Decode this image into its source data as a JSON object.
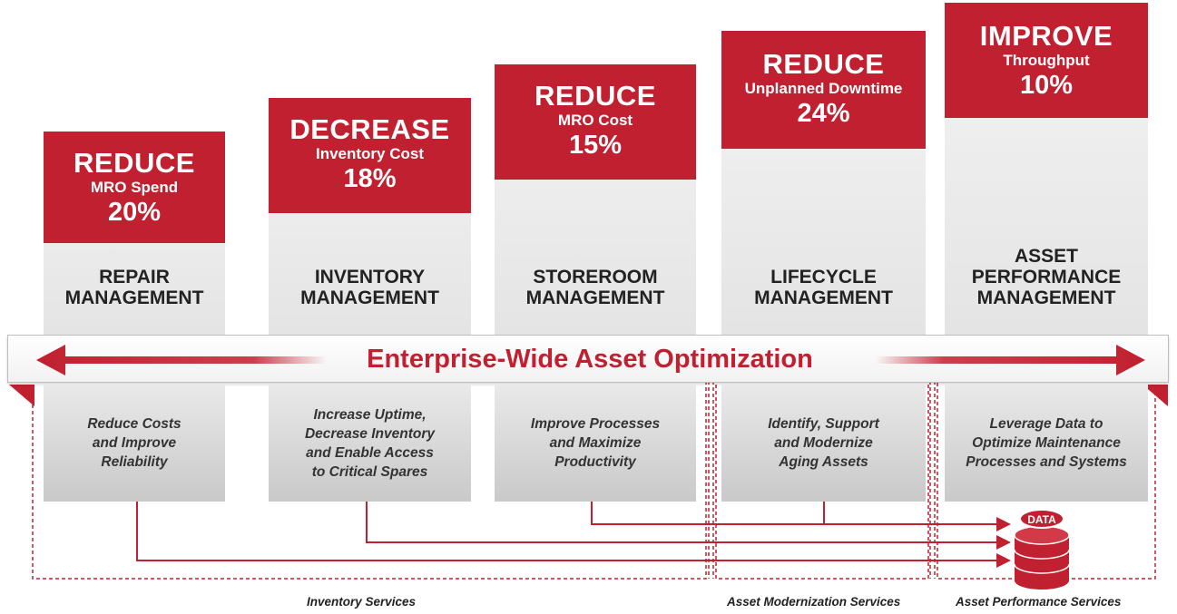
{
  "banner": {
    "title": "Enterprise-Wide Asset Optimization"
  },
  "columns": [
    {
      "verb": "REDUCE",
      "metric": "MRO Spend",
      "percent": "20%",
      "management": [
        "REPAIR",
        "MANAGEMENT"
      ],
      "service": [
        "Reduce Costs",
        "and Improve",
        "Reliability"
      ]
    },
    {
      "verb": "DECREASE",
      "metric": "Inventory Cost",
      "percent": "18%",
      "management": [
        "INVENTORY",
        "MANAGEMENT"
      ],
      "service": [
        "Increase Uptime,",
        "Decrease Inventory",
        "and Enable Access",
        "to Critical Spares"
      ]
    },
    {
      "verb": "REDUCE",
      "metric": "MRO Cost",
      "percent": "15%",
      "management": [
        "STOREROOM",
        "MANAGEMENT"
      ],
      "service": [
        "Improve Processes",
        "and Maximize",
        "Productivity"
      ]
    },
    {
      "verb": "REDUCE",
      "metric": "Unplanned Downtime",
      "percent": "24%",
      "management": [
        "LIFECYCLE",
        "MANAGEMENT"
      ],
      "service": [
        "Identify, Support",
        "and Modernize",
        "Aging Assets"
      ]
    },
    {
      "verb": "IMPROVE",
      "metric": "Throughput",
      "percent": "10%",
      "management": [
        "ASSET",
        "PERFORMANCE",
        "MANAGEMENT"
      ],
      "service": [
        "Leverage Data to",
        "Optimize Maintenance",
        "Processes and Systems"
      ]
    }
  ],
  "database": {
    "label": "DATA"
  },
  "footer": {
    "inventory": "Inventory Services",
    "modernization": "Asset Modernization Services",
    "performance": "Asset Performance Services"
  },
  "colors": {
    "accent": "#c0202f",
    "panel": "#e6e6e6"
  }
}
